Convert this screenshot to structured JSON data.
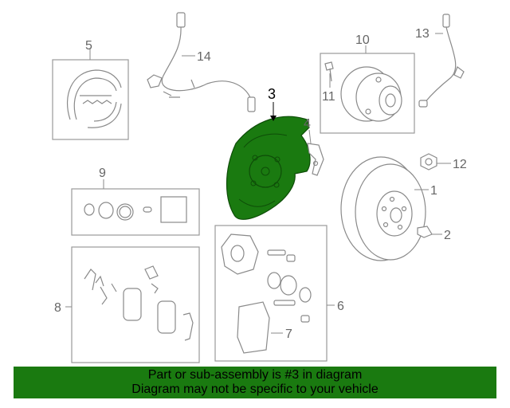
{
  "diagram": {
    "callouts": [
      {
        "id": "1",
        "label": "1"
      },
      {
        "id": "2",
        "label": "2"
      },
      {
        "id": "3",
        "label": "3"
      },
      {
        "id": "4",
        "label": "4"
      },
      {
        "id": "5",
        "label": "5"
      },
      {
        "id": "6",
        "label": "6"
      },
      {
        "id": "7",
        "label": "7"
      },
      {
        "id": "8",
        "label": "8"
      },
      {
        "id": "9",
        "label": "9"
      },
      {
        "id": "10",
        "label": "10"
      },
      {
        "id": "11",
        "label": "11"
      },
      {
        "id": "12",
        "label": "12"
      },
      {
        "id": "13",
        "label": "13"
      },
      {
        "id": "14",
        "label": "14"
      }
    ],
    "highlighted_part": "3",
    "highlight_color": "#1a7a10"
  },
  "banner": {
    "line1": "Part or sub-assembly is #3 in diagram",
    "line2": "Diagram may not be specific to your vehicle",
    "background": "#1a7a10"
  }
}
